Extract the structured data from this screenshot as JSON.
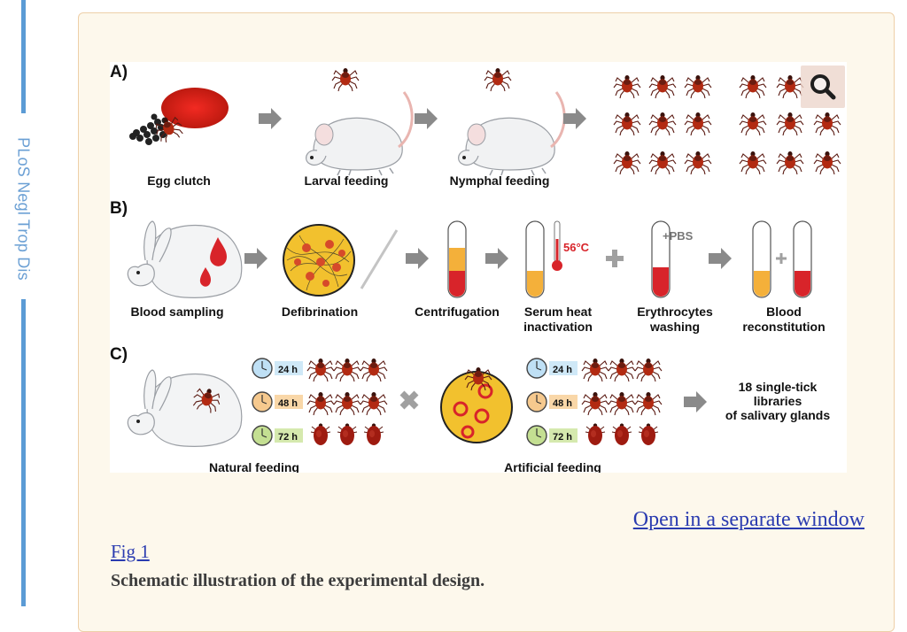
{
  "journal_label": "PLoS Negl Trop Dis",
  "figure": {
    "panel_a": {
      "letter": "A)",
      "labels": [
        "Egg clutch",
        "Larval feeding",
        "Nymphal feeding"
      ]
    },
    "panel_b": {
      "letter": "B)",
      "labels": [
        "Blood sampling",
        "Defibrination",
        "Centrifugation"
      ],
      "serum_heat": [
        "Serum heat",
        "inactivation"
      ],
      "erythrocytes": [
        "Erythrocytes",
        "washing"
      ],
      "blood_reconstitution": [
        "Blood",
        "reconstitution"
      ],
      "temperature": "56°C",
      "pbs": "+PBS"
    },
    "panel_c": {
      "letter": "C)",
      "natural_feeding": "Natural feeding",
      "artificial_feeding": "Artificial feeding",
      "timepoints": [
        "24 h",
        "48 h",
        "72 h"
      ],
      "result": [
        "18 single-tick",
        "libraries",
        "of salivary glands"
      ]
    }
  },
  "colors": {
    "tick": "#a8230f",
    "blood": "#d8242a",
    "serum": "#f4b03a",
    "arrow": "#8a8a8a",
    "link": "#2a3bb0"
  },
  "zoom_icon": "magnifier-icon",
  "open_link": "Open in a separate window",
  "fig_link": "Fig 1",
  "caption": "Schematic illustration of the experimental design."
}
